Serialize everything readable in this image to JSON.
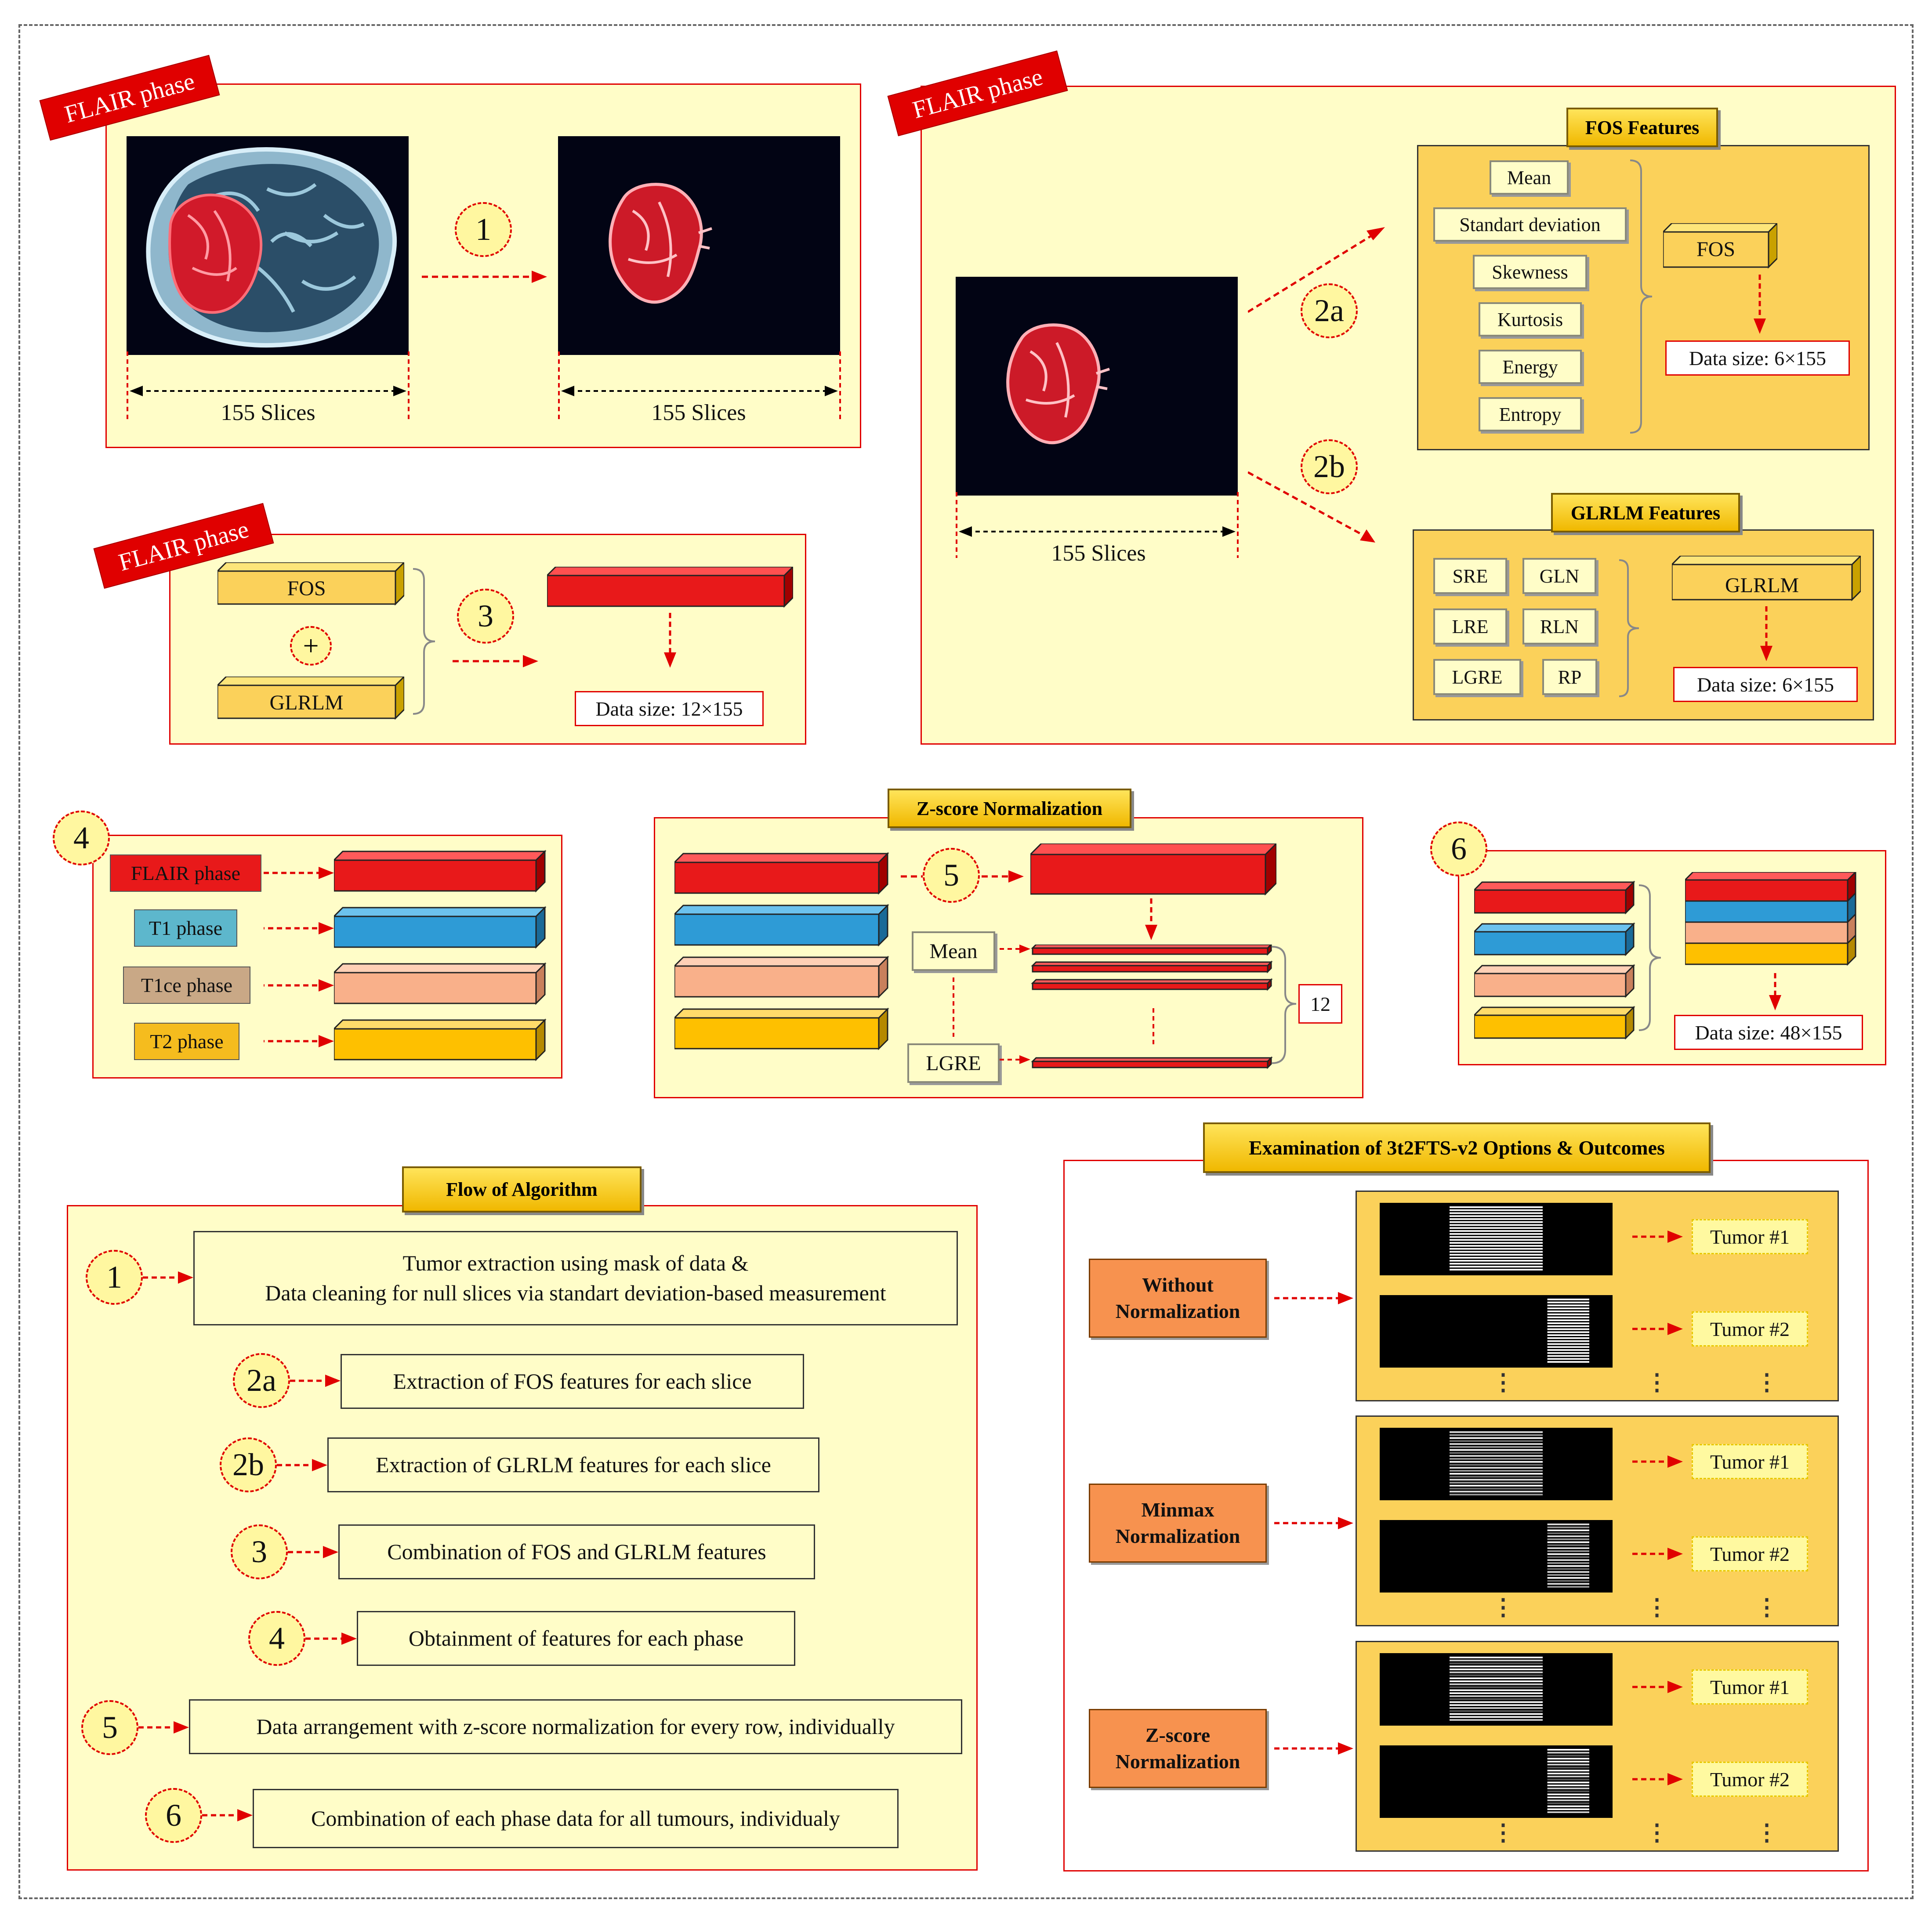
{
  "colors": {
    "red": "#e8191a",
    "blue": "#2e9bd6",
    "salmon": "#f9b08a",
    "orange": "#fec000",
    "panel": "#fffdc8",
    "gold": "#fbd15a"
  },
  "panel1": {
    "tag": "FLAIR phase",
    "step": "1",
    "slices_left": "155 Slices",
    "slices_right": "155 Slices"
  },
  "panel2": {
    "tag": "FLAIR phase",
    "slices": "155 Slices",
    "step_a": "2a",
    "step_b": "2b",
    "fos": {
      "title": "FOS Features",
      "features": [
        "Mean",
        "Standart deviation",
        "Skewness",
        "Kurtosis",
        "Energy",
        "Entropy"
      ],
      "block": "FOS",
      "datasize": "Data size: 6×155"
    },
    "glrlm": {
      "title": "GLRLM Features",
      "features": [
        "SRE",
        "GLN",
        "LRE",
        "RLN",
        "LGRE",
        "RP"
      ],
      "block": "GLRLM",
      "datasize": "Data size: 6×155"
    }
  },
  "panel3": {
    "tag": "FLAIR phase",
    "block1": "FOS",
    "plus": "+",
    "block2": "GLRLM",
    "step": "3",
    "datasize": "Data size: 12×155"
  },
  "panel4": {
    "step": "4",
    "phases": [
      "FLAIR phase",
      "T1 phase",
      "T1ce phase",
      "T2 phase"
    ]
  },
  "panel5": {
    "title": "Z-score Normalization",
    "step": "5",
    "first": "Mean",
    "last": "LGRE",
    "count": "12"
  },
  "panel6": {
    "step": "6",
    "datasize": "Data size: 48×155"
  },
  "flow": {
    "title": "Flow of Algorithm",
    "steps": [
      {
        "num": "1",
        "line1": "Tumor extraction using mask of data &",
        "line2": "Data cleaning for null slices via standart deviation-based measurement"
      },
      {
        "num": "2a",
        "text": "Extraction of FOS features for each slice"
      },
      {
        "num": "2b",
        "text": "Extraction of GLRLM features for each slice"
      },
      {
        "num": "3",
        "text": "Combination of FOS and GLRLM features"
      },
      {
        "num": "4",
        "text": "Obtainment of features for each phase"
      },
      {
        "num": "5",
        "text": "Data arrangement with z-score normalization for every row, individually"
      },
      {
        "num": "6",
        "text": "Combination of each phase data for all tumours, individualy"
      }
    ]
  },
  "exam": {
    "title": "Examination of 3t2FTS-v2 Options & Outcomes",
    "groups": [
      {
        "label1": "Without",
        "label2": "Normalization",
        "tumor1": "Tumor #1",
        "tumor2": "Tumor #2"
      },
      {
        "label1": "Minmax",
        "label2": "Normalization",
        "tumor1": "Tumor #1",
        "tumor2": "Tumor #2"
      },
      {
        "label1": "Z-score",
        "label2": "Normalization",
        "tumor1": "Tumor #1",
        "tumor2": "Tumor #2"
      }
    ],
    "ellipsis": "⋮"
  }
}
